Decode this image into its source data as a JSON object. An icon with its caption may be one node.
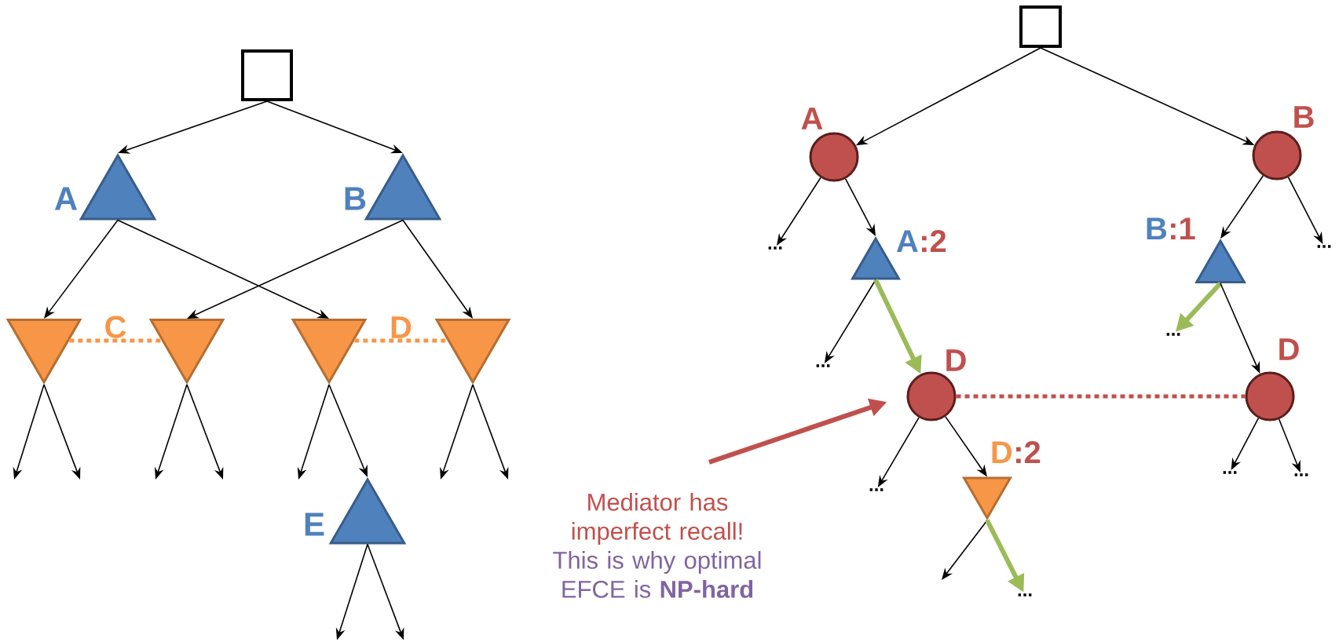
{
  "diagram": {
    "nodes": [
      {
        "text": [],
        "shape": "box"
      },
      {
        "text": [
          "A"
        ]
      },
      {
        "text": [
          "B"
        ]
      },
      {
        "text": [],
        "shape": "triangle"
      },
      {
        "text": [],
        "shape": "triangle"
      },
      {
        "text": [],
        "shape": "triangle"
      },
      {
        "text": [],
        "shape": "triangle"
      },
      {
        "text": [
          "E"
        ]
      },
      {
        "text": [],
        "shape": "box"
      },
      {
        "text": [
          "A"
        ]
      },
      {
        "text": [
          "B"
        ]
      },
      {
        "text": [
          "..."
        ]
      },
      {
        "text": [
          "A",
          ":2"
        ]
      },
      {
        "text": [
          "..."
        ]
      },
      {
        "text": [
          "D"
        ]
      },
      {
        "text": [
          "..."
        ]
      },
      {
        "text": [
          "D",
          ":2"
        ]
      },
      {
        "text": [
          "..."
        ]
      },
      {
        "text": [
          "B",
          ":1"
        ]
      },
      {
        "text": [
          "..."
        ]
      },
      {
        "text": [
          "..."
        ]
      },
      {
        "text": [
          "D"
        ]
      },
      {
        "text": [
          "..."
        ]
      },
      {
        "text": [
          "..."
        ]
      },
      {
        "text": [
          "Mediator has imperfect recall!",
          "This is why optimal EFCE is **NP-hard**"
        ]
      }
    ],
    "edges": [
      {
        "from": 0,
        "to": 1,
        "arrow": "to"
      },
      {
        "from": 0,
        "to": 2,
        "arrow": "to"
      },
      {
        "from": 1,
        "to": 3,
        "arrow": "to"
      },
      {
        "from": 1,
        "to": 5,
        "arrow": "to"
      },
      {
        "from": 2,
        "to": 4,
        "arrow": "to"
      },
      {
        "from": 2,
        "to": 6,
        "arrow": "to"
      },
      {
        "from": 3,
        "to": 4,
        "arrow": "none",
        "label": "C",
        "style": "dashed",
        "color": "#f79646"
      },
      {
        "from": 5,
        "to": 6,
        "arrow": "none",
        "label": "D",
        "style": "dashed",
        "color": "#f79646"
      },
      {
        "from": 3,
        "to": null,
        "arrow": "to"
      },
      {
        "from": 3,
        "to": null,
        "arrow": "to"
      },
      {
        "from": 4,
        "to": null,
        "arrow": "to"
      },
      {
        "from": 4,
        "to": null,
        "arrow": "to"
      },
      {
        "from": 5,
        "to": null,
        "arrow": "to"
      },
      {
        "from": 5,
        "to": 7,
        "arrow": "to"
      },
      {
        "from": 6,
        "to": null,
        "arrow": "to"
      },
      {
        "from": 6,
        "to": null,
        "arrow": "to"
      },
      {
        "from": 7,
        "to": null,
        "arrow": "to"
      },
      {
        "from": 7,
        "to": null,
        "arrow": "to"
      },
      {
        "from": 8,
        "to": 9,
        "arrow": "to"
      },
      {
        "from": 8,
        "to": 10,
        "arrow": "to"
      },
      {
        "from": 9,
        "to": 11,
        "arrow": "to"
      },
      {
        "from": 9,
        "to": 12,
        "arrow": "to"
      },
      {
        "from": 12,
        "to": 13,
        "arrow": "to"
      },
      {
        "from": 12,
        "to": 14,
        "arrow": "to",
        "style": "thick",
        "color": "#9bbb59"
      },
      {
        "from": 14,
        "to": 15,
        "arrow": "to"
      },
      {
        "from": 14,
        "to": 16,
        "arrow": "to"
      },
      {
        "from": 16,
        "to": null,
        "arrow": "to"
      },
      {
        "from": 16,
        "to": 17,
        "arrow": "to",
        "style": "thick",
        "color": "#9bbb59"
      },
      {
        "from": 10,
        "to": 18,
        "arrow": "to"
      },
      {
        "from": 10,
        "to": 19,
        "arrow": "to"
      },
      {
        "from": 18,
        "to": 20,
        "arrow": "to",
        "style": "thick",
        "color": "#9bbb59"
      },
      {
        "from": 18,
        "to": 21,
        "arrow": "to"
      },
      {
        "from": 21,
        "to": 22,
        "arrow": "to"
      },
      {
        "from": 21,
        "to": 23,
        "arrow": "to"
      },
      {
        "from": 14,
        "to": 21,
        "arrow": "none",
        "style": "dashed",
        "color": "#c0504d"
      },
      {
        "from": 24,
        "to": 14,
        "arrow": "to",
        "style": "thick",
        "color": "#c0504d"
      }
    ]
  }
}
